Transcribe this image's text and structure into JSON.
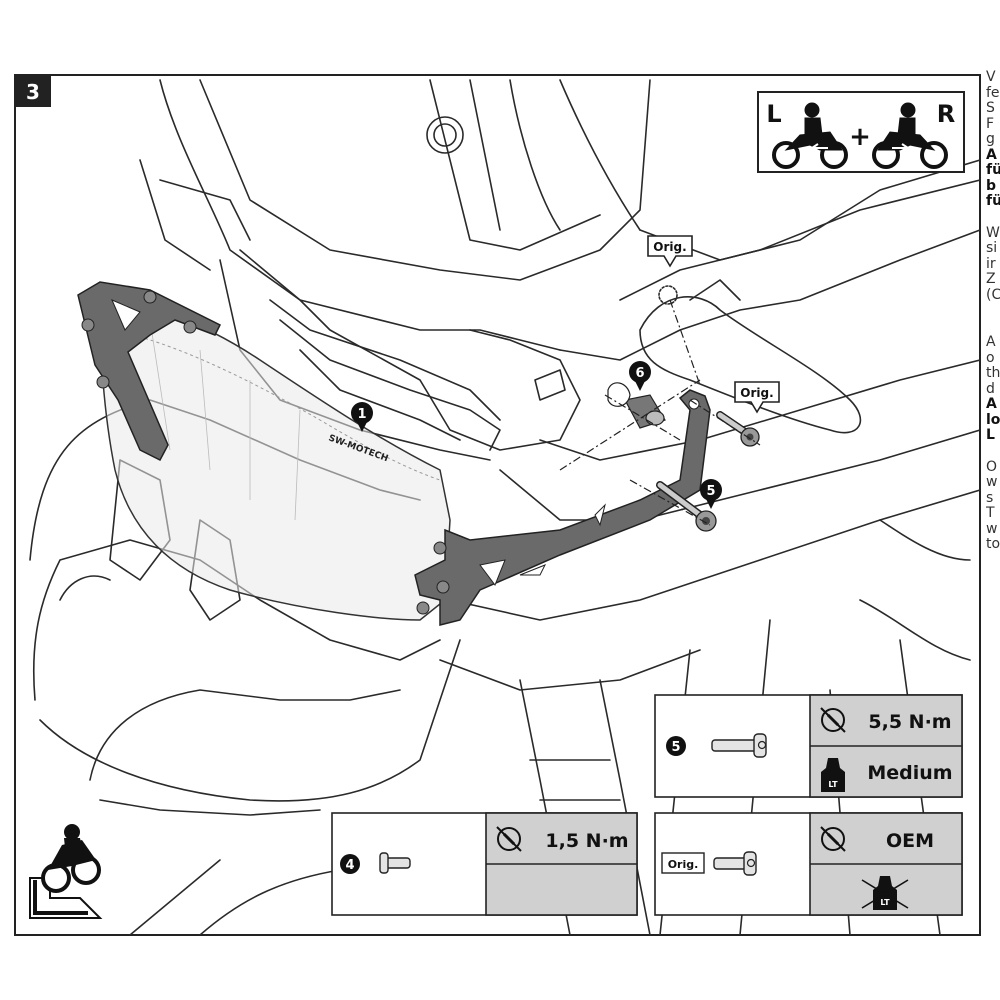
{
  "step": {
    "number": "3"
  },
  "sides": {
    "left": "L",
    "plus": "+",
    "right": "R"
  },
  "callouts": {
    "part1": "1",
    "part6": "6",
    "part5": "5",
    "orig_top": "Orig.",
    "orig_right": "Orig."
  },
  "brand_mark": "SW-MOTECH",
  "spec_boxes": [
    {
      "number": "5",
      "torque": "5,5 N·m",
      "threadlock": "Medium",
      "lt": "LT"
    },
    {
      "number": "4",
      "torque": "1,5 N·m"
    },
    {
      "orig_label": "Orig.",
      "torque": "OEM",
      "lt": "LT"
    }
  ],
  "side_text": {
    "para1": [
      "V",
      "fe",
      "S",
      "F",
      "g"
    ],
    "para1_bold": [
      "A",
      "fü",
      "b",
      "fü"
    ],
    "para2": [
      "W",
      "si",
      "ir",
      "Z",
      "(C"
    ],
    "para3": [
      "A",
      "o",
      "th",
      "d"
    ],
    "para3_bold": [
      "A",
      "lo",
      "L"
    ],
    "para4": [
      "O",
      "w",
      "s",
      "T",
      "w",
      "to"
    ]
  },
  "colors": {
    "frame": "#222222",
    "spec_fill": "#d0d0d0",
    "line": "#2a2a2a",
    "bracket": "#555555"
  }
}
